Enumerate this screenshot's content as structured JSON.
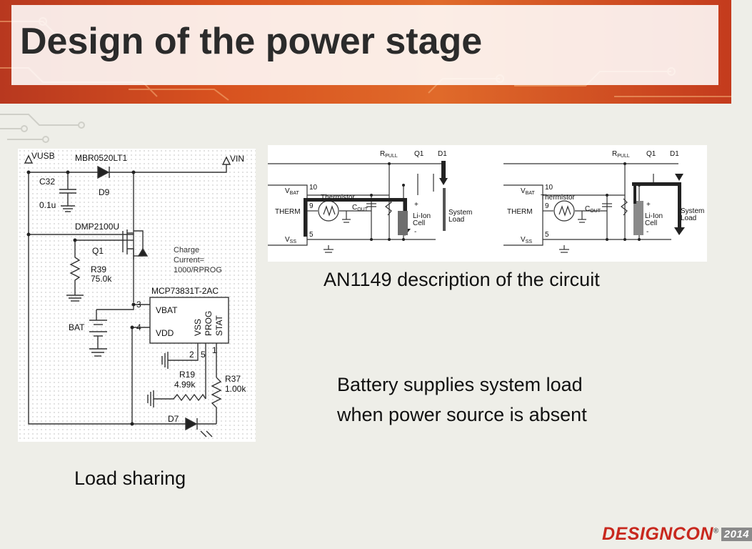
{
  "title": "Design of the power stage",
  "captions": {
    "an1149": "AN1149 description of the circuit",
    "battery_line1": "Battery supplies system load",
    "battery_line2": "when power source is absent",
    "load_sharing": "Load sharing"
  },
  "logo": {
    "name": "DESIGNCON",
    "year": "2014",
    "mark": "®"
  },
  "schematic": {
    "vusb": "VUSB",
    "vin": "VIN",
    "diode_part": "MBR0520LT1",
    "diode_ref": "D9",
    "cap_ref": "C32",
    "cap_val": "0.1u",
    "fet_part": "DMP2100U",
    "fet_ref": "Q1",
    "r39_ref": "R39",
    "r39_val": "75.0k",
    "note1": "Charge",
    "note2": "Current=",
    "note3": "1000/RPROG",
    "ic_part": "MCP73831T-2AC",
    "vbat": "VBAT",
    "vdd": "VDD",
    "vss": "VSS",
    "prog": "PROG",
    "stat": "STAT",
    "pin3": "3",
    "pin4": "4",
    "pin2": "2",
    "pin5": "5",
    "pin1": "1",
    "bat": "BAT",
    "r19_ref": "R19",
    "r19_val": "4.99k",
    "r37_ref": "R37",
    "r37_val": "1.00k",
    "led_ref": "D7"
  },
  "an_circuit": {
    "rpull": "R",
    "rpull_sub": "PULL",
    "q1": "Q1",
    "d1": "D1",
    "pin10": "10",
    "pin9": "9",
    "pin5": "5",
    "vbat": "V",
    "vbat_sub": "BAT",
    "therm": "THERM",
    "vss": "V",
    "vss_sub": "SS",
    "thermistor": "Thermistor",
    "cout": "C",
    "cout_sub": "OUT",
    "cell1": "Li-Ion",
    "cell2": "Cell",
    "load1": "System",
    "load2": "Load",
    "plus": "+",
    "minus": "-"
  }
}
